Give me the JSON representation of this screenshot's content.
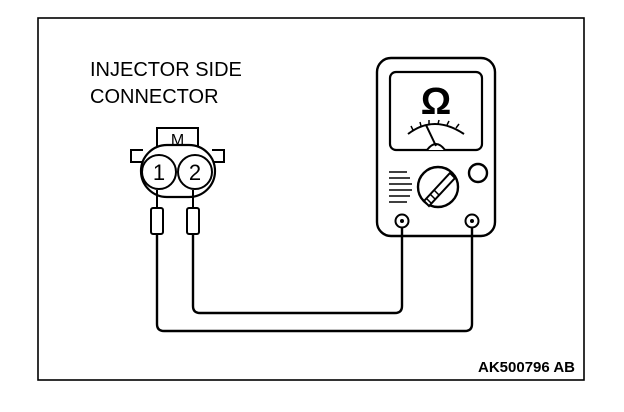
{
  "connector": {
    "title_line1": "INJECTOR SIDE",
    "title_line2": "CONNECTOR",
    "marker": "M",
    "pin1": "1",
    "pin2": "2"
  },
  "meter": {
    "symbol": "Ω"
  },
  "code": "AK500796 AB",
  "colors": {
    "line": "#000000",
    "background": "#ffffff"
  }
}
